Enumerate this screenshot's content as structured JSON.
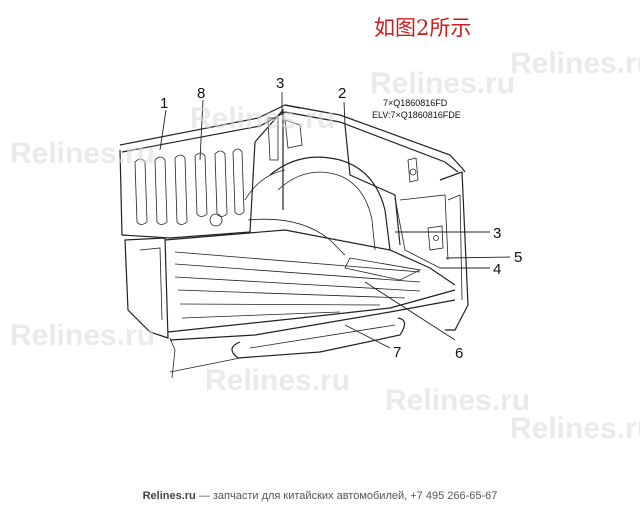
{
  "caption": {
    "text": "如图2所示",
    "color": "#c81e1e"
  },
  "part_numbers": [
    "7×Q1860816FD",
    "ELV:7×Q1860816FDE"
  ],
  "callouts": [
    {
      "id": "c1",
      "label": "1"
    },
    {
      "id": "c8",
      "label": "8"
    },
    {
      "id": "c3a",
      "label": "3"
    },
    {
      "id": "c2",
      "label": "2"
    },
    {
      "id": "c3b",
      "label": "3"
    },
    {
      "id": "c5",
      "label": "5"
    },
    {
      "id": "c4",
      "label": "4"
    },
    {
      "id": "c6",
      "label": "6"
    },
    {
      "id": "c7",
      "label": "7"
    }
  ],
  "watermark": "Relines.ru",
  "footer": {
    "site": "Relines.ru",
    "text": " — запчасти для китайских автомобилей, +7 495 266-65-67"
  }
}
